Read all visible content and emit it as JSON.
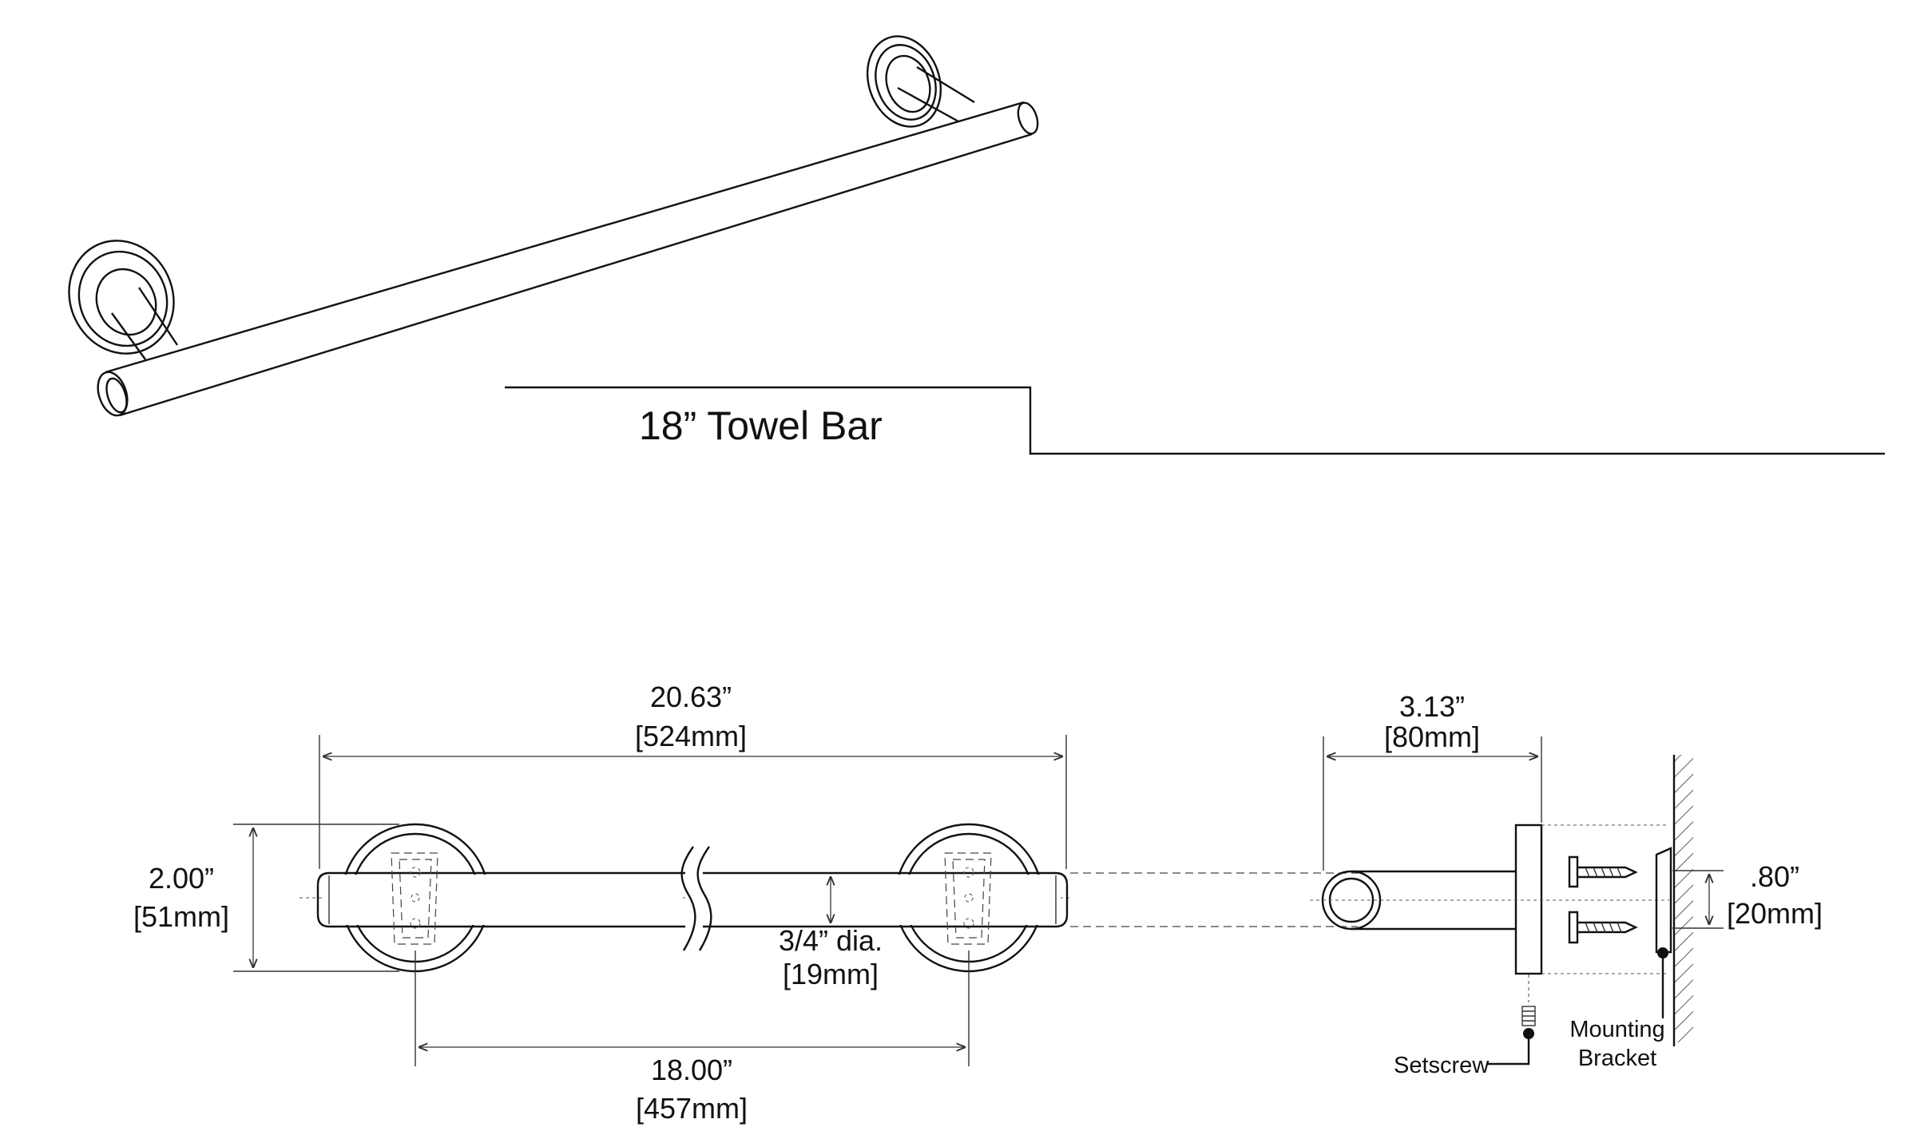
{
  "title": "18”  Towel Bar",
  "dimensions": {
    "overall_length": {
      "imperial": "20.63”",
      "metric": "[524mm]"
    },
    "center_to_center": {
      "imperial": "18.00”",
      "metric": "[457mm]"
    },
    "flange_height": {
      "imperial": "2.00”",
      "metric": "[51mm]"
    },
    "bar_diameter": {
      "imperial": "3/4” dia.",
      "metric": "[19mm]"
    },
    "projection": {
      "imperial": "3.13”",
      "metric": "[80mm]"
    },
    "bracket": {
      "imperial": ".80”",
      "metric": "[20mm]"
    }
  },
  "labels": {
    "setscrew": "Setscrew",
    "mounting_bracket_line1": "Mounting",
    "mounting_bracket_line2": "Bracket"
  }
}
